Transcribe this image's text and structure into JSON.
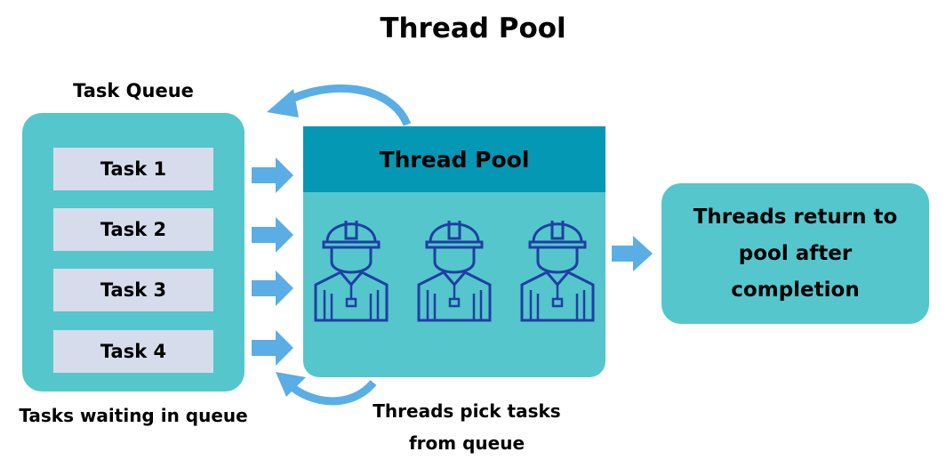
{
  "title": "Thread Pool",
  "task_queue": {
    "label": "Task Queue",
    "tasks": [
      "Task 1",
      "Task 2",
      "Task 3",
      "Task 4"
    ],
    "caption": "Tasks waiting in queue"
  },
  "thread_pool": {
    "header": "Thread Pool",
    "workers": [
      "worker",
      "worker",
      "worker"
    ],
    "caption_line1": "Threads pick tasks",
    "caption_line2": "from queue"
  },
  "return_box": {
    "line1": "Threads return to",
    "line2": "pool after",
    "line3": "completion"
  },
  "colors": {
    "box": "#55c6cc",
    "header": "#0498b4",
    "task": "#d6dcec",
    "arrow": "#5aaee5",
    "icon": "#1f3fa3"
  }
}
